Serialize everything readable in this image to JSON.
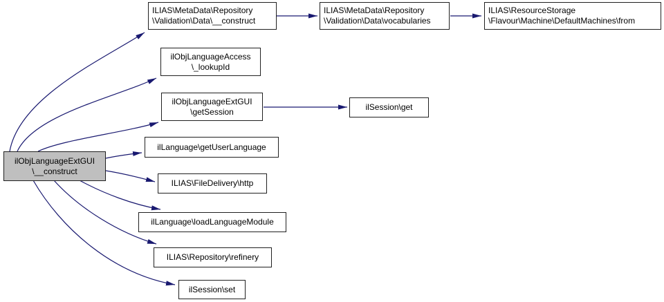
{
  "diagram": {
    "kind": "call-graph",
    "root_function": "ilObjLanguageExtGUI\\__construct"
  },
  "colors": {
    "edge": "#191970",
    "node_border": "#1f1f1f",
    "node_fill": "#ffffff",
    "root_fill": "#bfbfbf",
    "text": "#000000"
  },
  "nodes": [
    {
      "id": "root",
      "label": "ilObjLanguageExtGUI\n\\__construct"
    },
    {
      "id": "md-construct",
      "label": "ILIAS\\MetaData\\Repository\n\\Validation\\Data\\__construct"
    },
    {
      "id": "md-vocabularies",
      "label": "ILIAS\\MetaData\\Repository\n\\Validation\\Data\\vocabularies"
    },
    {
      "id": "rs-from",
      "label": "ILIAS\\ResourceStorage\n\\Flavour\\Machine\\DefaultMachines\\from"
    },
    {
      "id": "lookup-id",
      "label": "ilObjLanguageAccess\n\\_lookupId"
    },
    {
      "id": "get-session",
      "label": "ilObjLanguageExtGUI\n\\getSession"
    },
    {
      "id": "session-get",
      "label": "ilSession\\get"
    },
    {
      "id": "get-user-language",
      "label": "ilLanguage\\getUserLanguage"
    },
    {
      "id": "file-delivery-http",
      "label": "ILIAS\\FileDelivery\\http"
    },
    {
      "id": "load-lang-module",
      "label": "ilLanguage\\loadLanguageModule"
    },
    {
      "id": "refinery",
      "label": "ILIAS\\Repository\\refinery"
    },
    {
      "id": "session-set",
      "label": "ilSession\\set"
    }
  ],
  "edges": [
    {
      "from": "root",
      "to": "md-construct"
    },
    {
      "from": "root",
      "to": "lookup-id"
    },
    {
      "from": "root",
      "to": "get-session"
    },
    {
      "from": "root",
      "to": "get-user-language"
    },
    {
      "from": "root",
      "to": "file-delivery-http"
    },
    {
      "from": "root",
      "to": "load-lang-module"
    },
    {
      "from": "root",
      "to": "refinery"
    },
    {
      "from": "root",
      "to": "session-set"
    },
    {
      "from": "md-construct",
      "to": "md-vocabularies"
    },
    {
      "from": "md-vocabularies",
      "to": "rs-from"
    },
    {
      "from": "get-session",
      "to": "session-get"
    }
  ]
}
